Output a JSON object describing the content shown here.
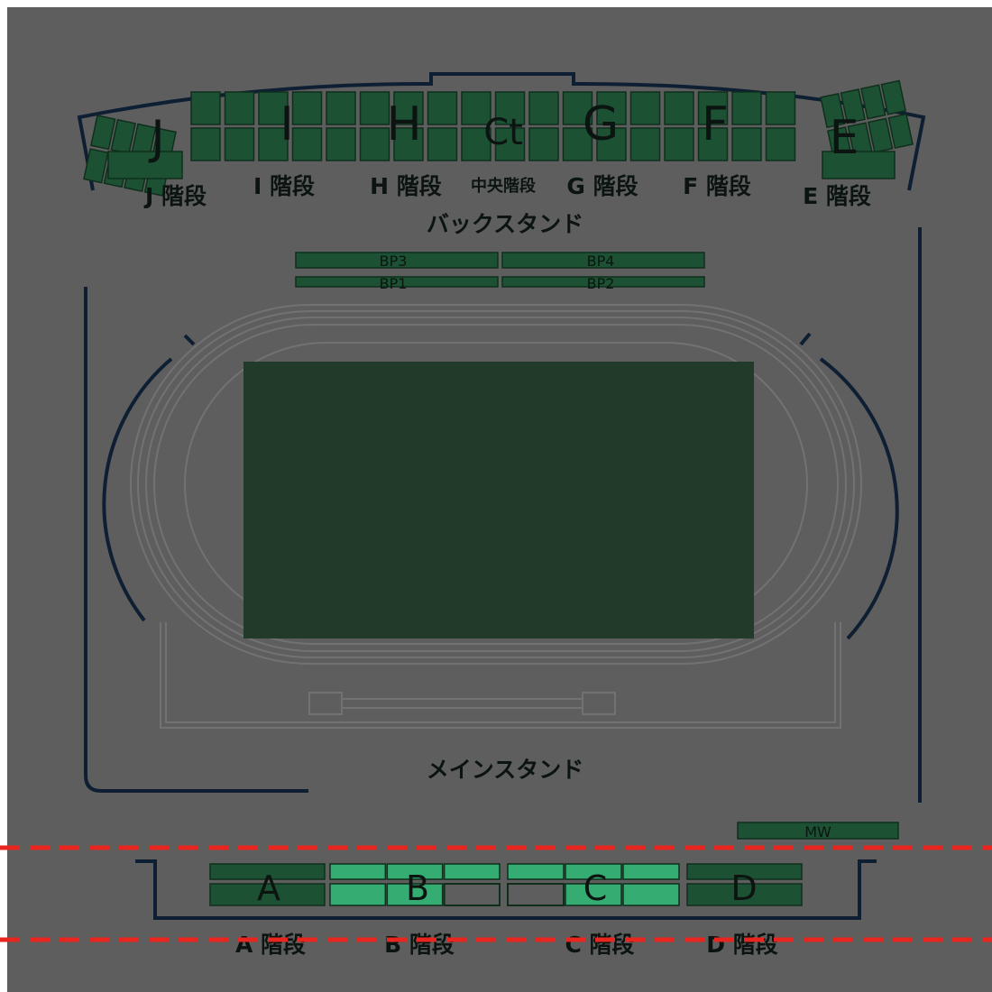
{
  "colors": {
    "overlay_bg": "#5e5e5e",
    "frame_white": "#ffffff",
    "seat_dark": "#1c5233",
    "seat_light": "#35ac72",
    "seat_border": "#0f2e1c",
    "field": "#223a29",
    "outline": "#0f1f33",
    "track_line": "#727272",
    "label_dark": "#0b1410",
    "selection_line": "#e8251e"
  },
  "back_stand": {
    "label": "バックスタンド",
    "blocks": [
      {
        "letter": "J",
        "stair": "J 階段"
      },
      {
        "letter": "I",
        "stair": "I 階段"
      },
      {
        "letter": "H",
        "stair": "H 階段"
      },
      {
        "letter": "Ct",
        "stair": "中央階段"
      },
      {
        "letter": "G",
        "stair": "G 階段"
      },
      {
        "letter": "F",
        "stair": "F 階段"
      },
      {
        "letter": "E",
        "stair": "E 階段"
      }
    ],
    "premium_rows": [
      "BP3",
      "BP4",
      "BP1",
      "BP2"
    ]
  },
  "main_stand": {
    "label": "メインスタンド",
    "box_label": "MW",
    "blocks": [
      {
        "letter": "A",
        "stair": "A 階段",
        "status": "unavailable"
      },
      {
        "letter": "B",
        "stair": "B 階段",
        "status": "available"
      },
      {
        "letter": "C",
        "stair": "C 階段",
        "status": "available"
      },
      {
        "letter": "D",
        "stair": "D 階段",
        "status": "unavailable"
      }
    ]
  },
  "icons": {
    "selection_marker": "dashed-red-line"
  }
}
